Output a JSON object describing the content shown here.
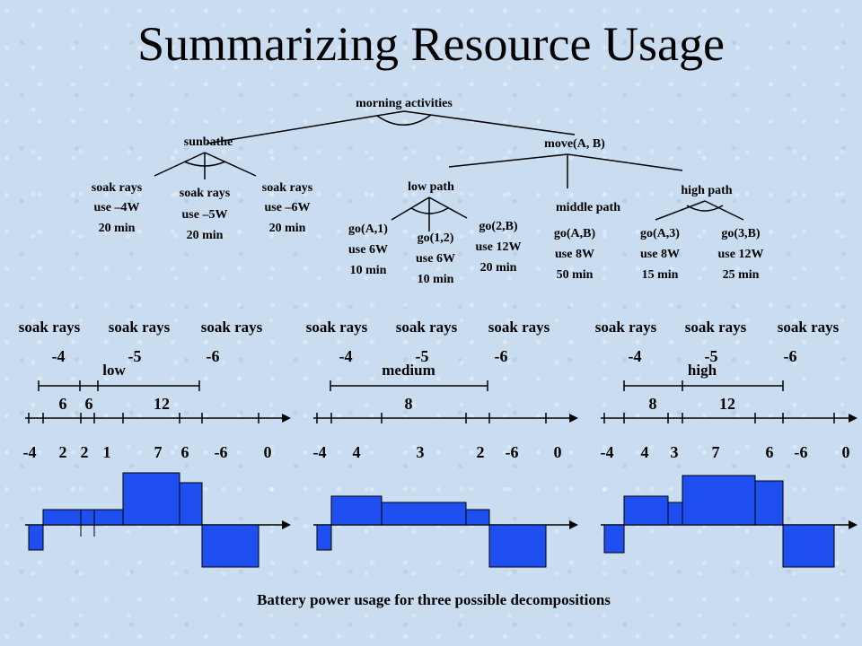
{
  "title": "Summarizing Resource Usage",
  "tree": {
    "root": "morning activities",
    "sunbathe": "sunbathe",
    "move": "move(A, B)",
    "soak1": [
      "soak rays",
      "use –4W",
      "20 min"
    ],
    "soak2": [
      "soak rays",
      "use –5W",
      "20 min"
    ],
    "soak3": [
      "soak rays",
      "use –6W",
      "20 min"
    ],
    "low_path": "low path",
    "middle_path": "middle path",
    "high_path": "high path",
    "goA1": [
      "go(A,1)",
      "use 6W",
      "10 min"
    ],
    "go12": [
      "go(1,2)",
      "use 6W",
      "10 min"
    ],
    "go2B": [
      "go(2,B)",
      "use 12W",
      "20 min"
    ],
    "goAB": [
      "go(A,B)",
      "use 8W",
      "50 min"
    ],
    "goA3": [
      "go(A,3)",
      "use 8W",
      "15 min"
    ],
    "go3B": [
      "go(3,B)",
      "use 12W",
      "25 min"
    ]
  },
  "panels": [
    {
      "soak_labels": [
        "soak rays",
        "soak rays",
        "soak rays"
      ],
      "soak_values": [
        "-4",
        "-5",
        "-6"
      ],
      "path_name": "low",
      "path_values": [
        "6",
        "6",
        "12"
      ],
      "axis_values": [
        "-4",
        "2",
        "2",
        "1",
        "7",
        "6",
        "-6",
        "0"
      ]
    },
    {
      "soak_labels": [
        "soak rays",
        "soak rays",
        "soak rays"
      ],
      "soak_values": [
        "-4",
        "-5",
        "-6"
      ],
      "path_name": "medium",
      "path_values": [
        "8"
      ],
      "axis_values": [
        "-4",
        "4",
        "3",
        "2",
        "-6",
        "0"
      ]
    },
    {
      "soak_labels": [
        "soak rays",
        "soak rays",
        "soak rays"
      ],
      "soak_values": [
        "-4",
        "-5",
        "-6"
      ],
      "path_name": "high",
      "path_values": [
        "8",
        "12"
      ],
      "axis_values": [
        "-4",
        "4",
        "3",
        "7",
        "6",
        "-6",
        "0"
      ]
    }
  ],
  "caption": "Battery power usage for three possible decompositions",
  "colors": {
    "bar_fill": "#1f4ff0",
    "bar_stroke": "#000000"
  }
}
